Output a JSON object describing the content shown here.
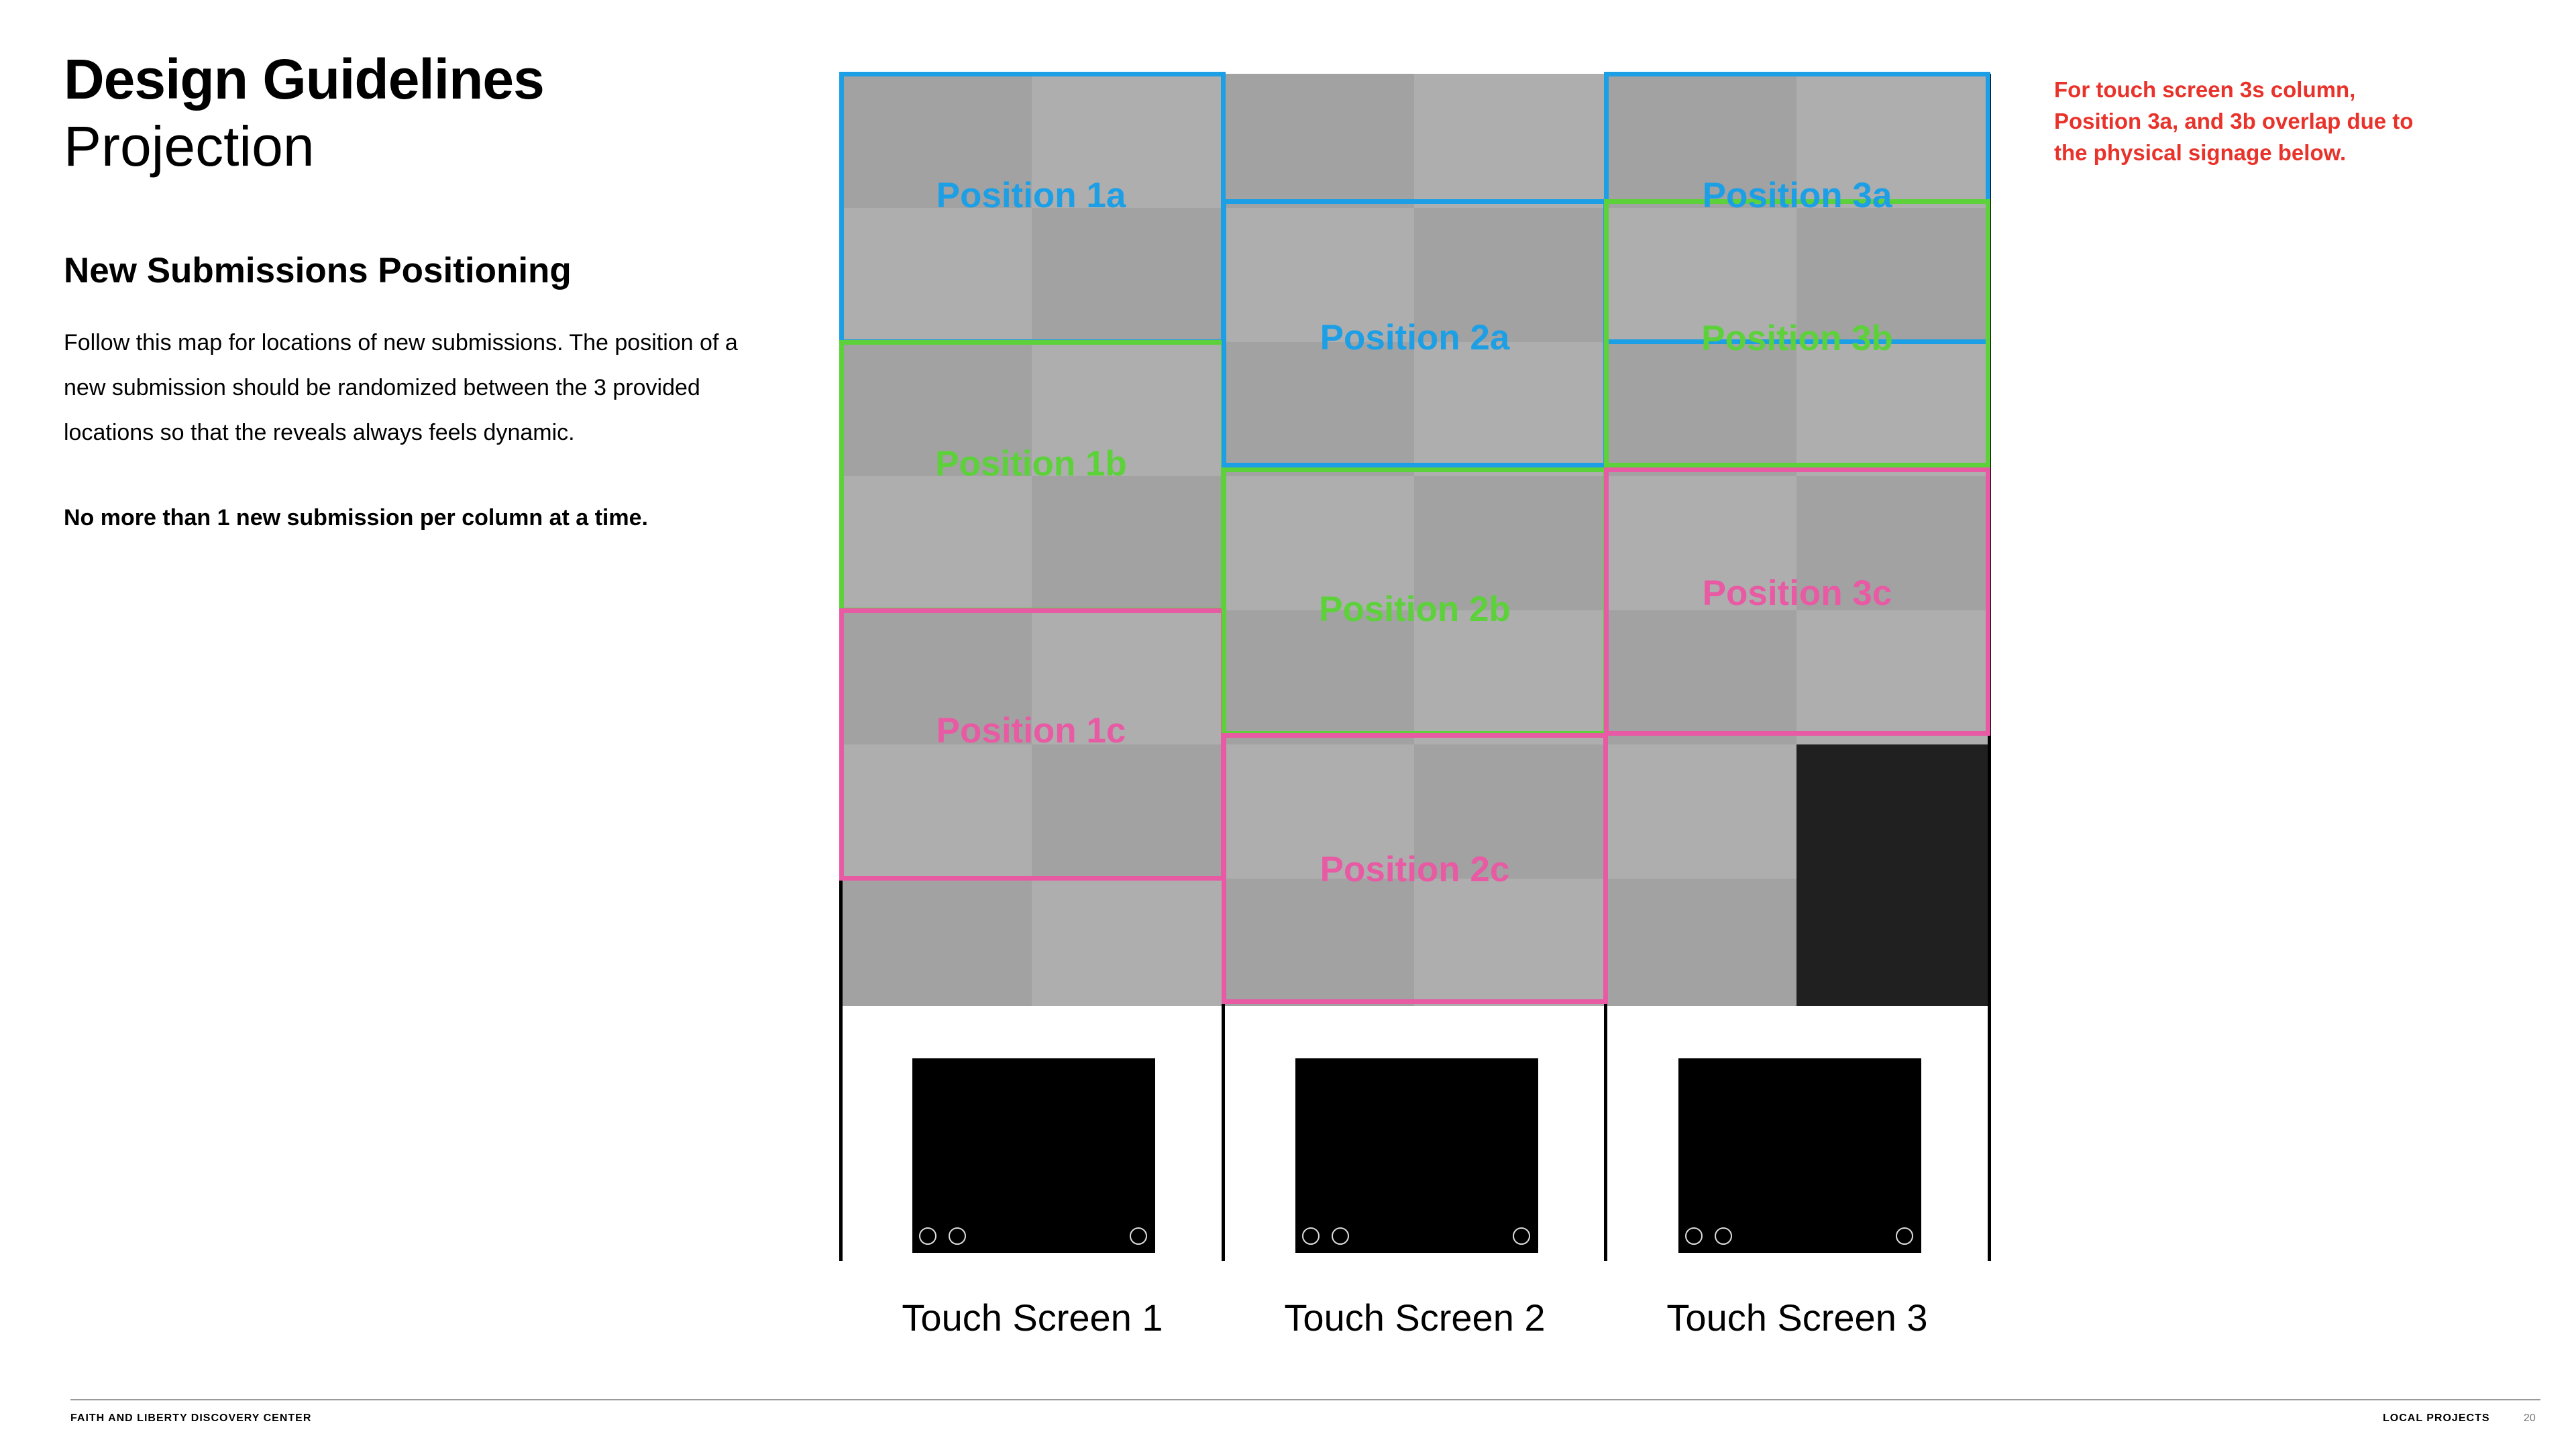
{
  "header": {
    "title": "Design Guidelines",
    "subtitle": "Projection"
  },
  "section": {
    "heading": "New Submissions Positioning",
    "body": "Follow this map for locations of new submissions. The position of a new submission should be randomized between the 3 provided locations so that the reveals always feels dynamic.",
    "rule": "No more than 1 new submission per column at a time."
  },
  "note": "For  touch screen 3s column, Position 3a, and 3b overlap due to the physical signage below.",
  "positions": {
    "p1a": "Position 1a",
    "p1b": "Position 1b",
    "p1c": "Position 1c",
    "p2a": "Position 2a",
    "p2b": "Position 2b",
    "p2c": "Position 2c",
    "p3a": "Position 3a",
    "p3b": "Position 3b",
    "p3c": "Position 3c"
  },
  "colors": {
    "blue": "#1d9fe6",
    "green": "#5cd13a",
    "pink": "#e85aa3",
    "note_red": "#e8322a"
  },
  "touch_screens": [
    "Touch Screen 1",
    "Touch Screen 2",
    "Touch Screen 3"
  ],
  "footer": {
    "left": "FAITH AND LIBERTY DISCOVERY CENTER",
    "right": "LOCAL PROJECTS",
    "page": "20"
  }
}
